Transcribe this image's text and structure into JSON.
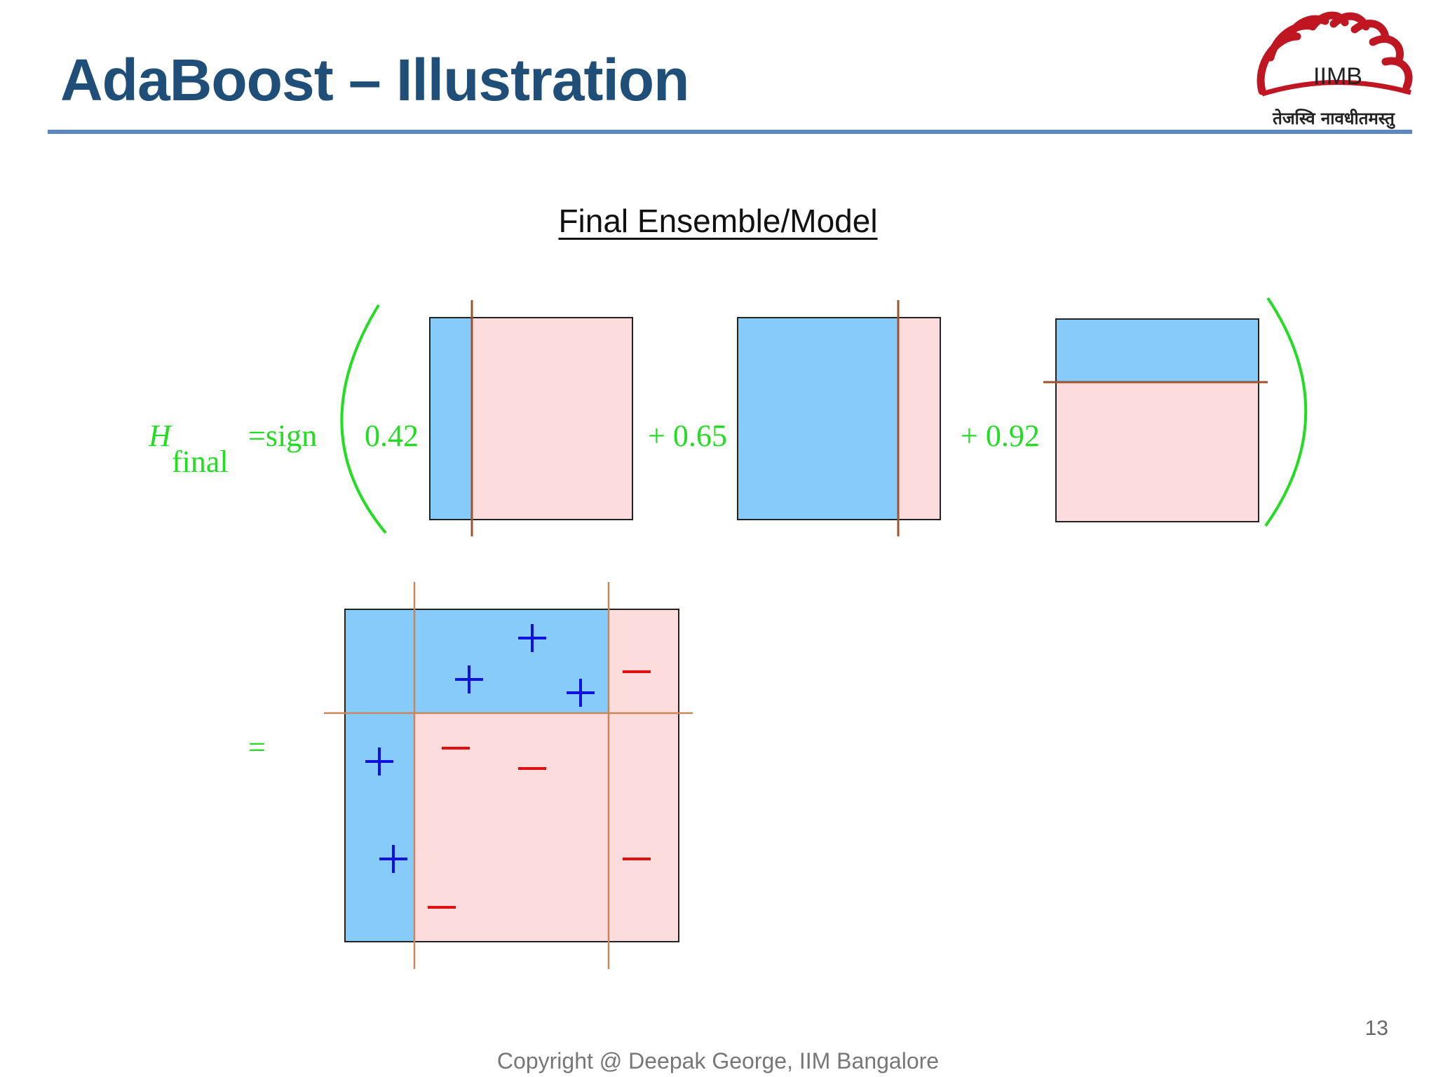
{
  "slide": {
    "title": "AdaBoost – Illustration",
    "subtitle": "Final Ensemble/Model",
    "page_number": "13",
    "copyright": "Copyright @ Deepak George, IIM Bangalore"
  },
  "logo": {
    "text": "IIMB",
    "motto": "तेजस्वि नावधीतमस्तु"
  },
  "formula": {
    "h": "H",
    "final": "final",
    "sign": "=sign",
    "w1": "0.42",
    "w2": "+ 0.65",
    "w3": "+ 0.92",
    "equals": "="
  },
  "colors": {
    "title": "#1f4e79",
    "rule": "#5b88c0",
    "positive_region": "#87cbfa",
    "negative_region": "#fcdcdc",
    "boundary": "#a0522d",
    "formula": "#22dd22",
    "plus": "#1010e0",
    "minus": "#e01010",
    "logo_red": "#c01622"
  },
  "icons": [
    "plus-icon",
    "minus-icon",
    "iimb-logo"
  ]
}
